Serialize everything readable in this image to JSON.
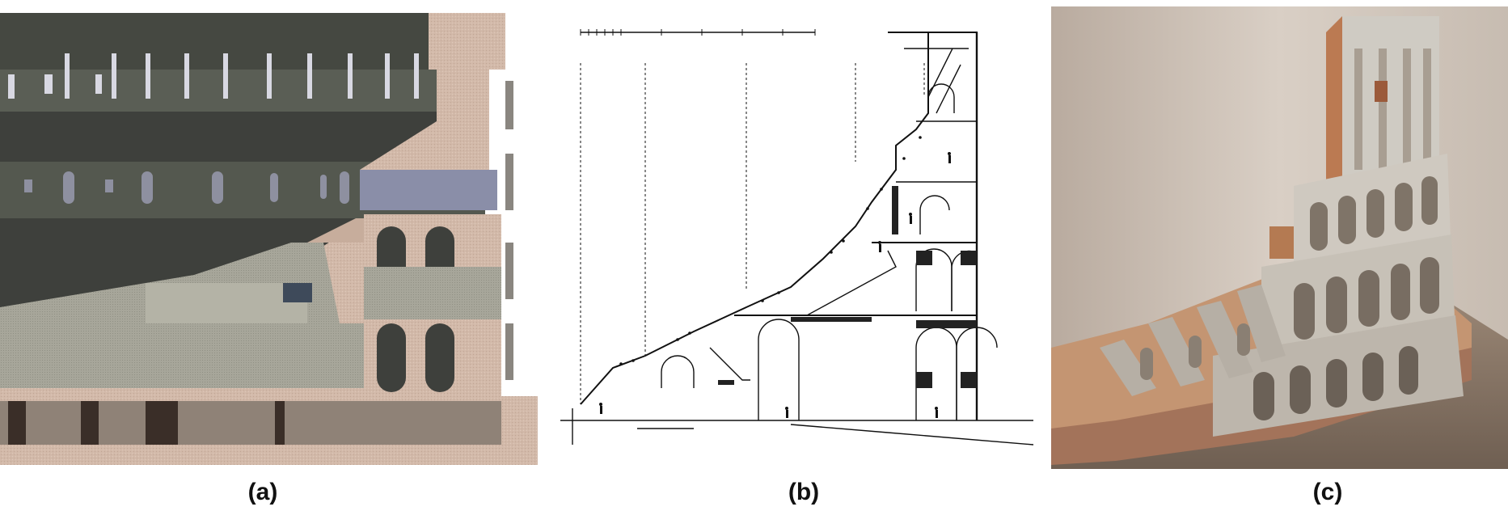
{
  "figure": {
    "panels": [
      {
        "id": "a",
        "caption": "(a)"
      },
      {
        "id": "b",
        "caption": "(b)"
      },
      {
        "id": "c",
        "caption": "(c)"
      }
    ]
  },
  "colors": {
    "stone_pink": "#d2b9a9",
    "stone_gray": "#9a9a8c",
    "dark_interior": "#3e403c",
    "drawing_ink": "#111111",
    "model_stone": "#c9c2b5",
    "model_brick": "#b9875f",
    "background_wall": "#cfc3b8"
  }
}
